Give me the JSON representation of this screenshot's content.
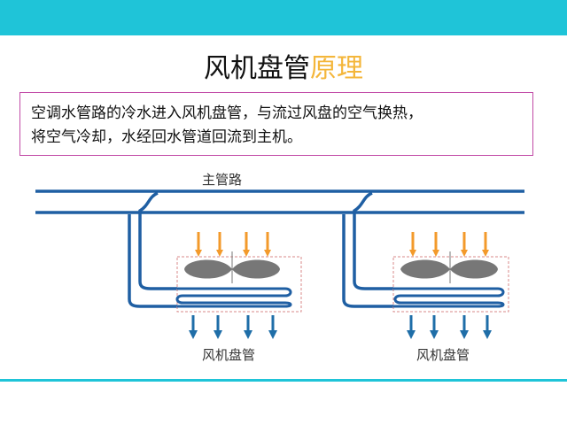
{
  "title": {
    "main": "风机盘管",
    "accent": "原理"
  },
  "description": {
    "line1": "空调水管路的冷水进入风机盘管，与流过风盘的空气换热，",
    "line2": "将空气冷却，水经回水管道回流到主机。"
  },
  "diagram": {
    "main_pipe_label": "主管路",
    "unit_label_left": "风机盘管",
    "unit_label_right": "风机盘管"
  },
  "colors": {
    "accent_bar": "#1fc4d8",
    "title_accent": "#f4b63a",
    "pipe": "#1f5fa3",
    "warm_air_arrow": "#f39a2b",
    "cool_air_arrow": "#1f6ea8",
    "coil_box_border": "#d88a8a",
    "fan_blade": "#777777",
    "desc_border": "#c14aa6"
  }
}
